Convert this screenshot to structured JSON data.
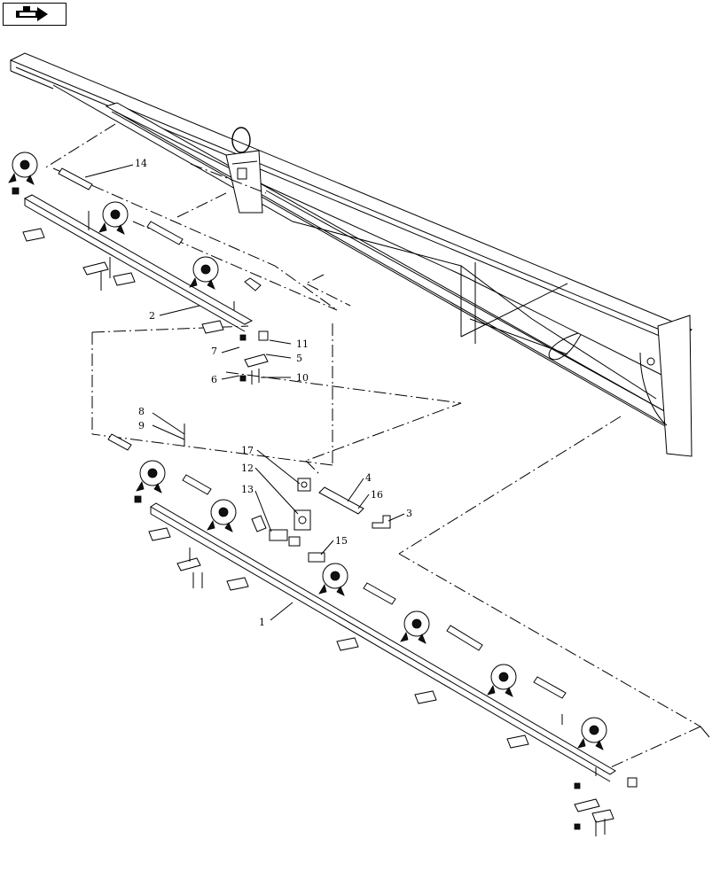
{
  "nav": {
    "icon": "next-page-arrow-icon"
  },
  "callouts": [
    {
      "id": "c1",
      "text": "1"
    },
    {
      "id": "c2",
      "text": "2"
    },
    {
      "id": "c3",
      "text": "3"
    },
    {
      "id": "c4",
      "text": "4"
    },
    {
      "id": "c5",
      "text": "5"
    },
    {
      "id": "c6",
      "text": "6"
    },
    {
      "id": "c7",
      "text": "7"
    },
    {
      "id": "c8",
      "text": "8"
    },
    {
      "id": "c9",
      "text": "9"
    },
    {
      "id": "c10",
      "text": "10"
    },
    {
      "id": "c11",
      "text": "11"
    },
    {
      "id": "c12",
      "text": "12"
    },
    {
      "id": "c13",
      "text": "13"
    },
    {
      "id": "c14",
      "text": "14"
    },
    {
      "id": "c15",
      "text": "15"
    },
    {
      "id": "c16",
      "text": "16"
    },
    {
      "id": "c17",
      "text": "17"
    }
  ]
}
